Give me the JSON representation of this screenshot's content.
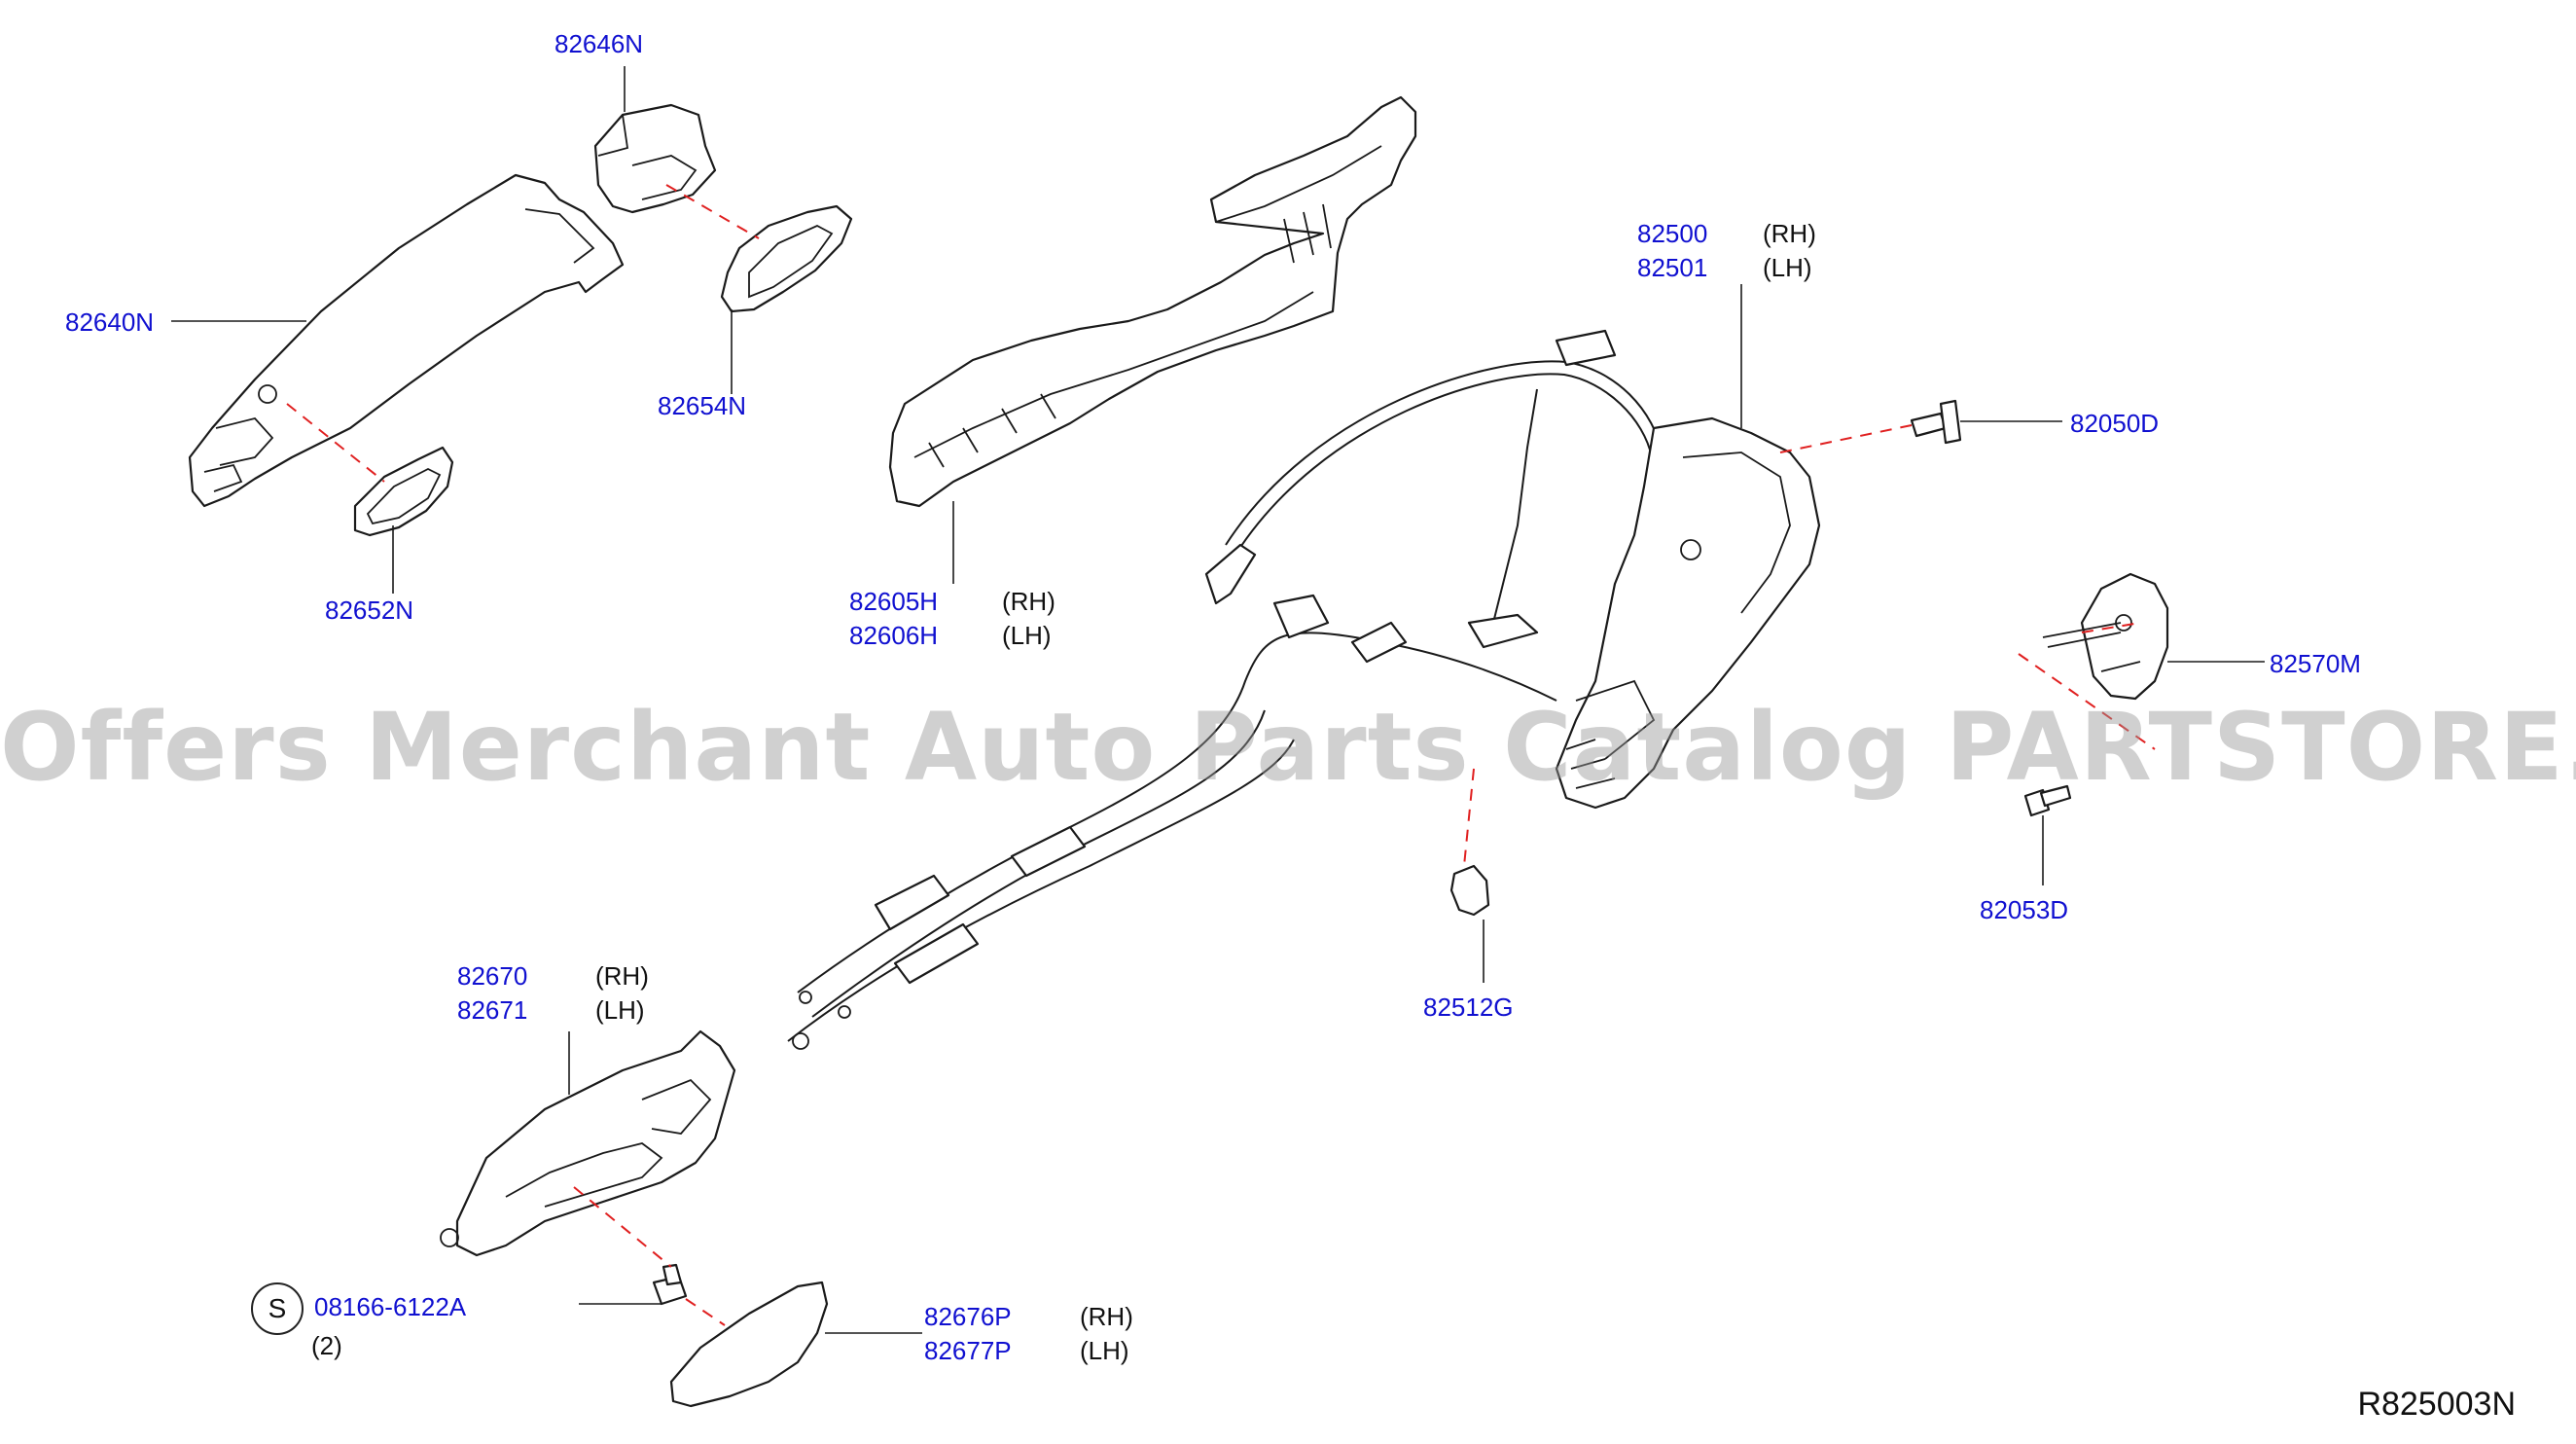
{
  "watermark": "Offers Merchant Auto Parts Catalog PARTSTORE.SA",
  "reference": "R825003N",
  "labels": {
    "p82646N": "82646N",
    "p82640N": "82640N",
    "p82654N": "82654N",
    "p82652N": "82652N",
    "p82605H": "82605H",
    "p82606H": "82606H",
    "p82500": "82500",
    "p82501": "82501",
    "p82050D": "82050D",
    "p82570M": "82570M",
    "p82053D": "82053D",
    "p82512G": "82512G",
    "p82670": "82670",
    "p82671": "82671",
    "p08166": "08166-6122A",
    "p82676P": "82676P",
    "p82677P": "82677P",
    "rh": "(RH)",
    "lh": "(LH)",
    "qty2": "(2)",
    "s": "S"
  }
}
